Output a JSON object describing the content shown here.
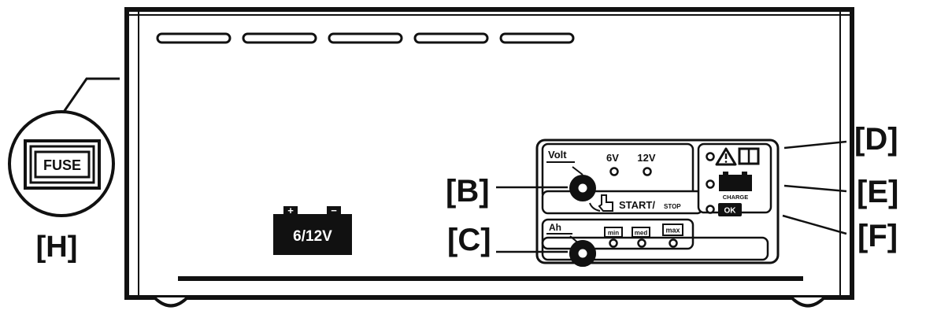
{
  "callouts": {
    "b": "[B]",
    "c": "[C]",
    "d": "[D]",
    "e": "[E]",
    "f": "[F]",
    "h": "[H]"
  },
  "fuse": {
    "label": "FUSE"
  },
  "battery": {
    "label": "6/12V",
    "plus": "+",
    "minus": "−"
  },
  "panel": {
    "volt_label": "Volt",
    "volt_6v": "6V",
    "volt_12v": "12V",
    "start_label": "START/",
    "stop_label": "STOP",
    "ah_label": "Ah",
    "ah_min": "min",
    "ah_med": "med",
    "ah_max": "max",
    "charge_label": "CHARGE",
    "ok_label": "OK"
  },
  "icons": {
    "warning": "warning-triangle-icon",
    "manual": "manual-book-icon",
    "battery_charge": "battery-charge-icon",
    "hand": "hand-pointer-icon"
  }
}
